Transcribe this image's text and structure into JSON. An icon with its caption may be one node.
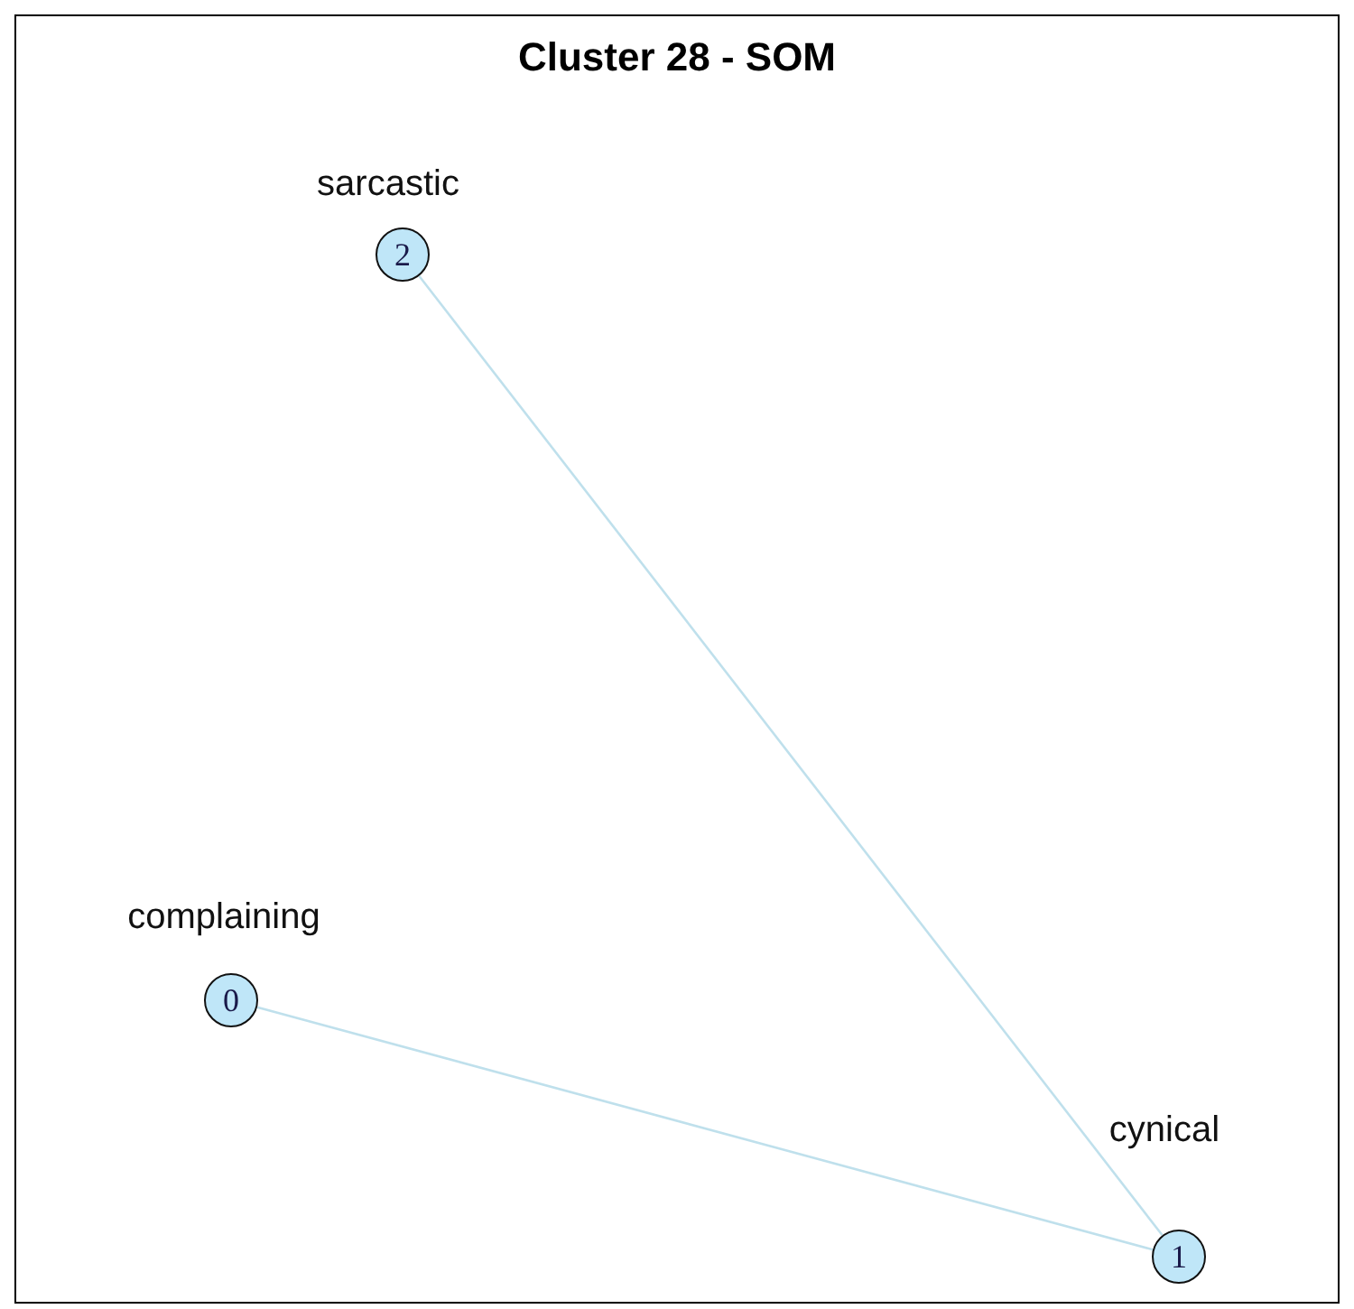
{
  "diagram": {
    "title": "Cluster 28 - SOM",
    "nodes": [
      {
        "text": [
          "2"
        ],
        "beside": [
          "sarcastic"
        ]
      },
      {
        "text": [
          "0"
        ],
        "beside": [
          "complaining"
        ]
      },
      {
        "text": [
          "1"
        ],
        "beside": [
          "cynical"
        ]
      }
    ],
    "edges": [
      {
        "from": 1,
        "to": 2,
        "arrow": "none"
      },
      {
        "from": 0,
        "to": 2,
        "arrow": "none"
      }
    ]
  }
}
